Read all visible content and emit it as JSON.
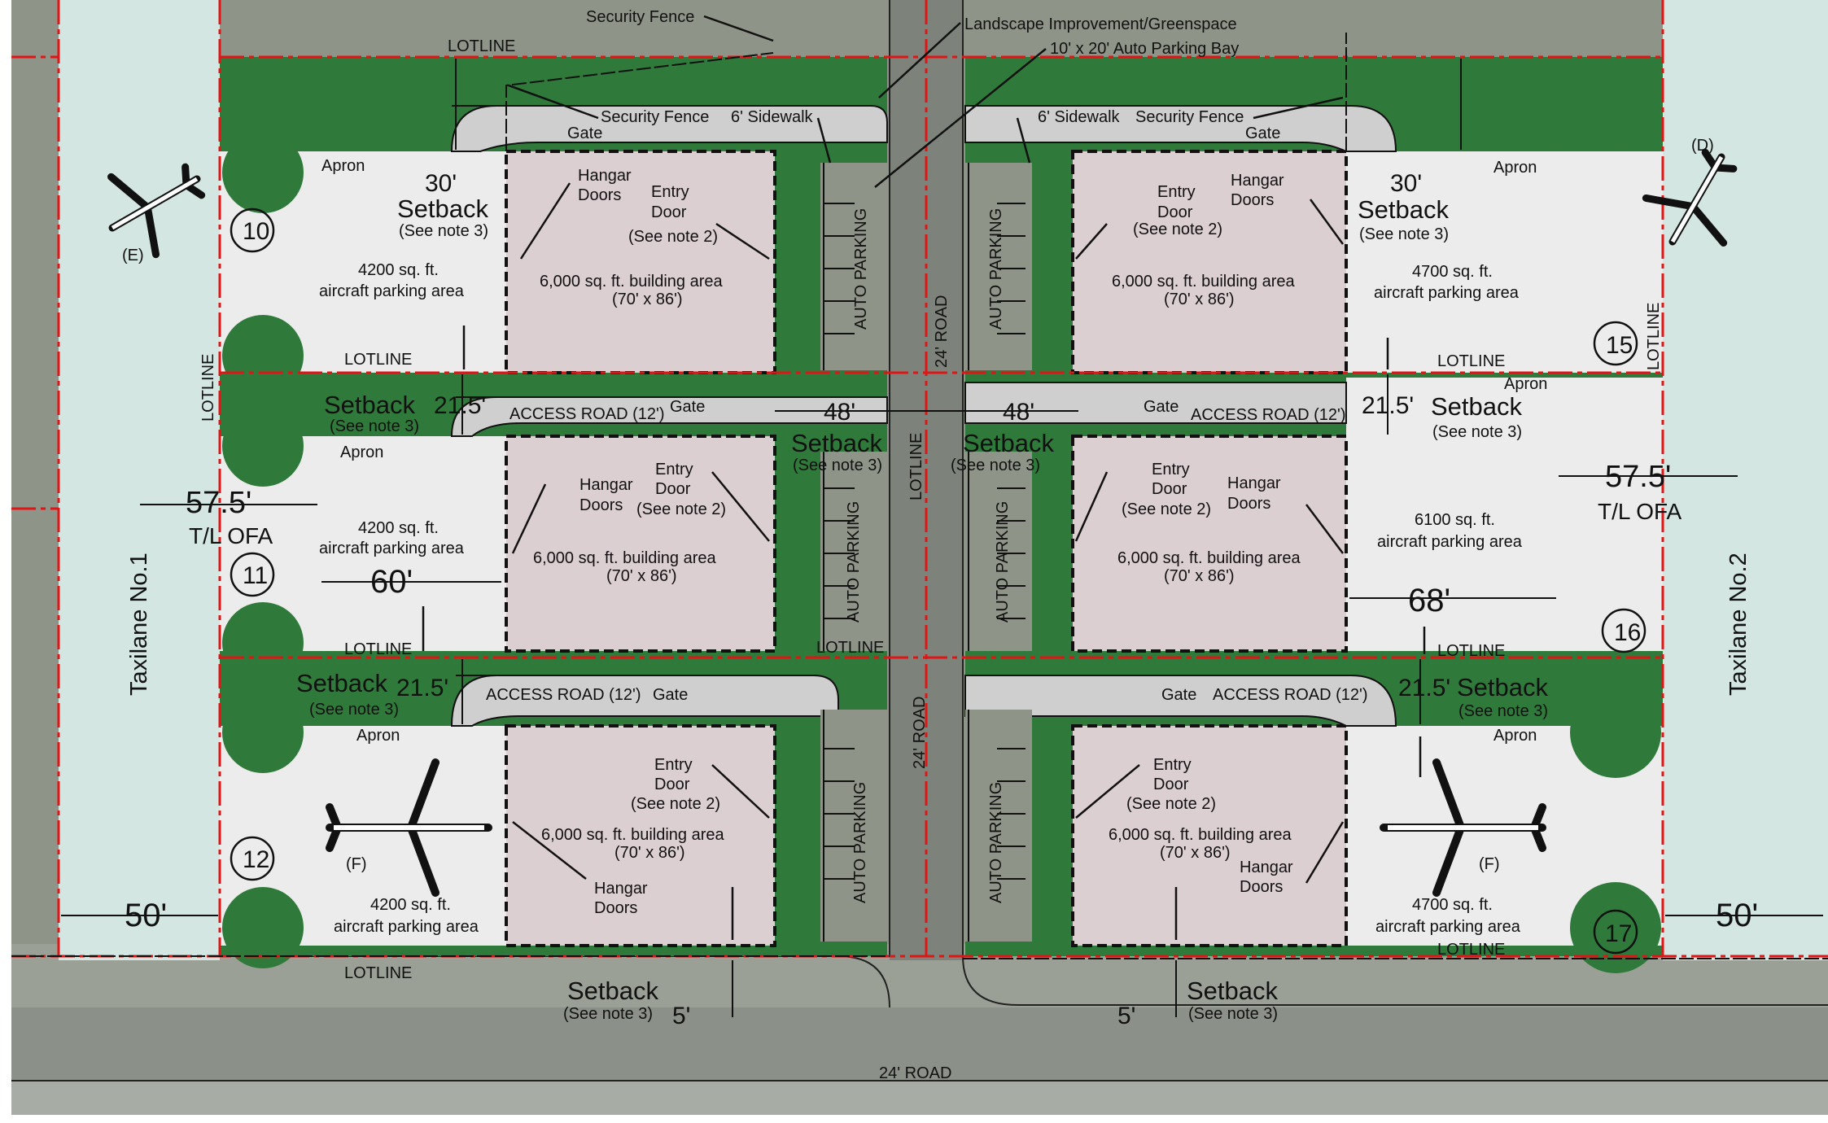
{
  "labels": {
    "security_fence": "Security Fence",
    "landscape": "Landscape Improvement/Greenspace",
    "parking_bay": "10' x 20' Auto Parking Bay",
    "lotline": "LOTLINE",
    "gate": "Gate",
    "sidewalk": "6' Sidewalk",
    "apron": "Apron",
    "setback": "Setback",
    "see_note3": "(See note 3)",
    "see_note2": "(See note 2)",
    "hangar": "Hangar",
    "doors": "Doors",
    "entry": "Entry",
    "door": "Door",
    "building": "6,000 sq. ft. building area",
    "bldg_dims": "(70' x 86')",
    "aircraft_area": "aircraft parking area",
    "auto_parking": "AUTO PARKING",
    "road24": "24' ROAD",
    "access_road": "ACCESS ROAD (12')",
    "tl_ofa": "T/L OFA",
    "taxilane1": "Taxilane No.1",
    "taxilane2": "Taxilane No.2"
  },
  "dims": {
    "d30": "30'",
    "d21": "21.5'",
    "d48": "48'",
    "d575": "57.5'",
    "d60": "60'",
    "d68": "68'",
    "d50": "50'",
    "d5": "5'"
  },
  "areas": {
    "a4200": "4200 sq. ft.",
    "a4700": "4700 sq. ft.",
    "a6100": "6100 sq. ft."
  },
  "lots": {
    "l10": "10",
    "l11": "11",
    "l12": "12",
    "l15": "15",
    "l16": "16",
    "l17": "17"
  },
  "aircraft": {
    "e": "(E)",
    "d": "(D)",
    "f": "(F)"
  },
  "colors": {
    "green": "#2f7a3a",
    "building": "#dccfd2",
    "apron": "#ececec",
    "lotline": "#e01515",
    "taxilane": "#d3e6e2",
    "road": "#8c9289"
  }
}
